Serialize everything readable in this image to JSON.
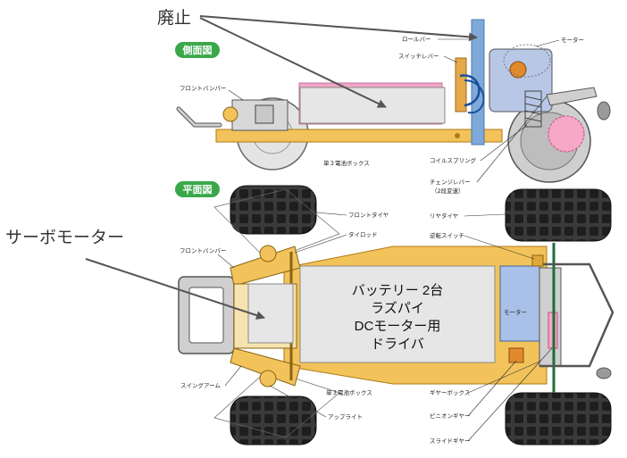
{
  "annotations": {
    "deprecated": "廃止",
    "servo_motor": "サーボモーター",
    "board_box": [
      "バッテリー 2台",
      "ラズパイ",
      "DCモーター用",
      "ドライバ"
    ]
  },
  "views": {
    "side": "側面図",
    "top": "平面図"
  },
  "side_labels": {
    "roll_bar": "ロールバー",
    "motor": "モーター",
    "switch_lever": "スイッチレバー",
    "front_bumper": "フロントバンパー",
    "battery_box": "単３電池ボックス",
    "coil_spring": "コイルスプリング",
    "change_lever": "チェンジレバー",
    "change_lever_note": "（2段変速）"
  },
  "top_labels": {
    "front_tire": "フロントタイヤ",
    "tie_rod": "タイロッド",
    "rear_tire": "リヤタイヤ",
    "reverse_switch": "逆転スイッチ",
    "front_bumper": "フロントバンパー",
    "motor": "モーター",
    "swing_arm": "スイングアーム",
    "battery_box": "単３電池ボックス",
    "gear_box": "ギヤーボックス",
    "pinion_gear": "ピニオンギヤー",
    "upright": "アップライト",
    "slide_gear": "スライドギヤー"
  },
  "colors": {
    "chassis": "#f2c35a",
    "chassis_dark": "#c98e1d",
    "pink": "#f1a6c8",
    "blue": "#7fa9d9",
    "tire": "#2e2e2e",
    "gray": "#9a9a9a",
    "badge": "#3aa84a",
    "overlay_box": "#e6e6e6"
  }
}
